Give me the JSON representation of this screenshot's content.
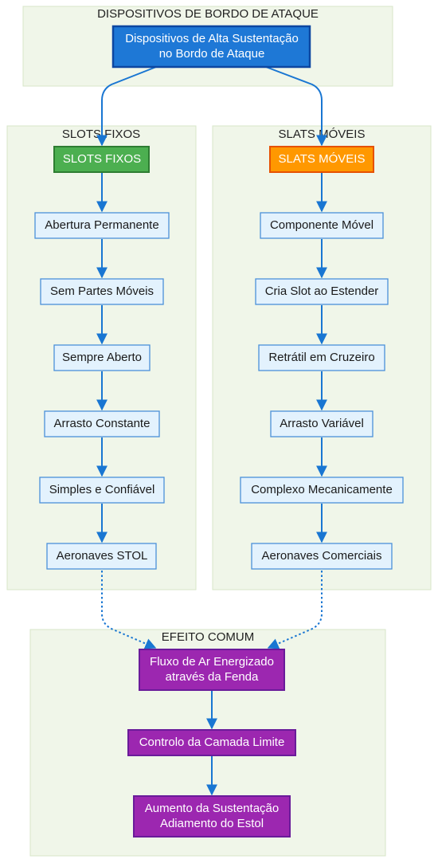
{
  "clusters": {
    "top": "DISPOSITIVOS DE BORDO DE ATAQUE",
    "left": "SLOTS FIXOS",
    "right": "SLATS MÓVEIS",
    "bottom": "EFEITO COMUM"
  },
  "nodes": {
    "root": [
      "Dispositivos de Alta Sustentação",
      "no Bordo de Ataque"
    ],
    "slots_header": "SLOTS FIXOS",
    "slats_header": "SLATS MÓVEIS",
    "slots": [
      "Abertura Permanente",
      "Sem Partes Móveis",
      "Sempre Aberto",
      "Arrasto Constante",
      "Simples e Confiável",
      "Aeronaves STOL"
    ],
    "slats": [
      "Componente Móvel",
      "Cria Slot ao Estender",
      "Retrátil em Cruzeiro",
      "Arrasto Variável",
      "Complexo Mecanicamente",
      "Aeronaves Comerciais"
    ],
    "flow": [
      "Fluxo de Ar Energizado",
      "através da Fenda"
    ],
    "boundary": "Controlo da Camada Limite",
    "result": [
      "Aumento da Sustentação",
      "Adiamento do Estol"
    ]
  },
  "colors": {
    "root": "#1e78d6",
    "slots_header": "#4caf50",
    "slats_header": "#ff9800",
    "effect": "#9c27b0",
    "edge": "#1976d2",
    "cluster_fill": "#f0f6e9"
  }
}
